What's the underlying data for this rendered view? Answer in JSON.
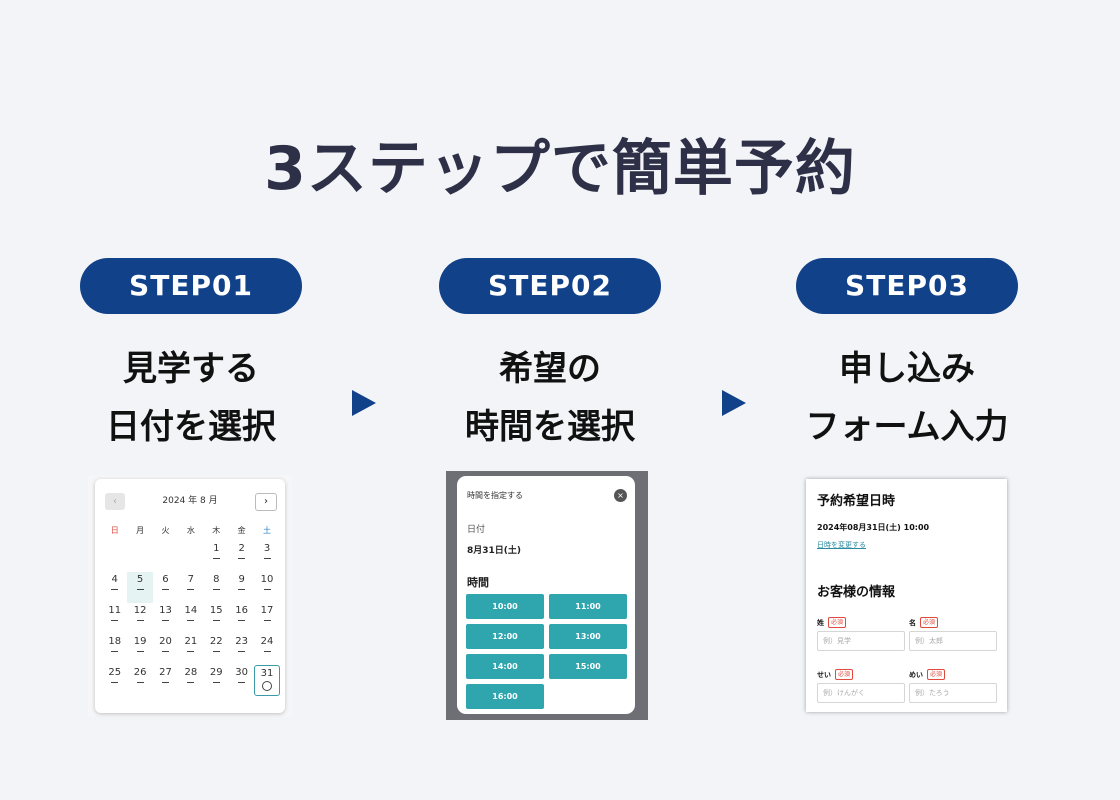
{
  "title": "3ステップで簡単予約",
  "steps": [
    {
      "badge": "STEP01",
      "line1": "見学する",
      "line2": "日付を選択"
    },
    {
      "badge": "STEP02",
      "line1": "希望の",
      "line2": "時間を選択"
    },
    {
      "badge": "STEP03",
      "line1": "申し込み",
      "line2": "フォーム入力"
    }
  ],
  "calendar": {
    "month_label": "2024 年 8 月",
    "prev_icon": "‹",
    "next_icon": "›",
    "weekdays": [
      "日",
      "月",
      "火",
      "水",
      "木",
      "金",
      "土"
    ],
    "weeks": [
      [
        "",
        "",
        "",
        "",
        "1",
        "2",
        "3"
      ],
      [
        "4",
        "5",
        "6",
        "7",
        "8",
        "9",
        "10"
      ],
      [
        "11",
        "12",
        "13",
        "14",
        "15",
        "16",
        "17"
      ],
      [
        "18",
        "19",
        "20",
        "21",
        "22",
        "23",
        "24"
      ],
      [
        "25",
        "26",
        "27",
        "28",
        "29",
        "30",
        "31"
      ]
    ]
  },
  "time_picker": {
    "title": "時間を指定する",
    "close_icon": "×",
    "date_label": "日付",
    "date_value": "8月31日(土)",
    "time_label": "時間",
    "slots": [
      "10:00",
      "11:00",
      "12:00",
      "13:00",
      "14:00",
      "15:00",
      "16:00"
    ]
  },
  "form": {
    "title": "予約希望日時",
    "datetime": "2024年08月31日(土) 10:00",
    "change_link": "日時を変更する",
    "section": "お客様の情報",
    "required": "必須",
    "fields": [
      {
        "label": "姓",
        "placeholder": "例）見学"
      },
      {
        "label": "名",
        "placeholder": "例）太郎"
      },
      {
        "label": "せい",
        "placeholder": "例）けんがく"
      },
      {
        "label": "めい",
        "placeholder": "例）たろう"
      }
    ]
  },
  "colors": {
    "badge": "#114188",
    "slot": "#2fa5ae",
    "title": "#2d3047"
  }
}
